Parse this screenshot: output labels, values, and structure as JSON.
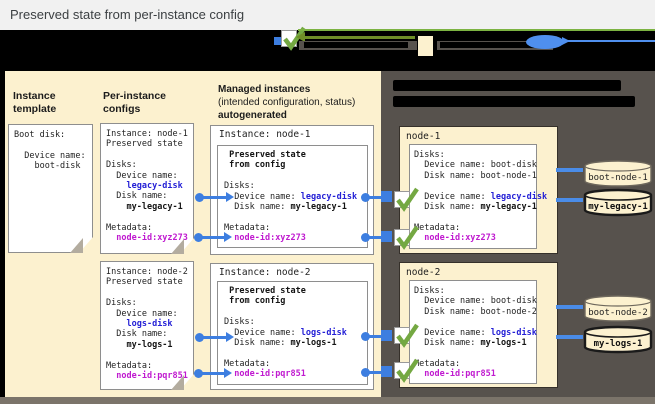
{
  "title_bar": {
    "title": "Preserved state from per-instance config"
  },
  "colors": {
    "cream_panel": "#fcf1cf",
    "dark_panel": "#57524d",
    "blue_code_text": "#2420d6",
    "magenta_code_text": "#c01ad0",
    "connector_blue": "#3d7ee0",
    "check_green": "#74a842"
  },
  "legend": {
    "labels_illegible": true,
    "items": [
      {
        "icon": "checkbox-checkmark"
      },
      {
        "icon": "cream-swatch"
      },
      {
        "icon": "blue-oval-arrow"
      }
    ]
  },
  "columns": {
    "template": {
      "title": "Instance template"
    },
    "configs": {
      "title": "Per-instance configs"
    },
    "managed": {
      "title_bold": "Managed instances",
      "title_sub": "(intended configuration, status)",
      "title_bold2": "autogenerated"
    }
  },
  "instance_template_doc": {
    "lines": [
      {
        "pre": "Boot disk:"
      },
      {
        "pre": ""
      },
      {
        "pre": "  Device name:"
      },
      {
        "pre": "    boot-disk"
      }
    ]
  },
  "per_instance_configs": [
    {
      "lines": [
        {
          "pre": "Instance: node-1"
        },
        {
          "pre": "Preserved state"
        },
        {
          "pre": ""
        },
        {
          "pre": "Disks:"
        },
        {
          "pre": "  Device name:"
        },
        {
          "pre": "    ",
          "hl": "legacy-disk",
          "s": "b"
        },
        {
          "pre": "  Disk name:"
        },
        {
          "pre": "    ",
          "hl": "my-legacy-1",
          "s": "k"
        },
        {
          "pre": ""
        },
        {
          "pre": "Metadata:"
        },
        {
          "pre": "  ",
          "hl": "node-id:xyz273",
          "s": "m"
        }
      ]
    },
    {
      "lines": [
        {
          "pre": "Instance: node-2"
        },
        {
          "pre": "Preserved state"
        },
        {
          "pre": ""
        },
        {
          "pre": "Disks:"
        },
        {
          "pre": "  Device name:"
        },
        {
          "pre": "    ",
          "hl": "logs-disk",
          "s": "b"
        },
        {
          "pre": "  Disk name:"
        },
        {
          "pre": "    ",
          "hl": "my-logs-1",
          "s": "k"
        },
        {
          "pre": ""
        },
        {
          "pre": "Metadata:"
        },
        {
          "pre": "  ",
          "hl": "node-id:pqr851",
          "s": "m"
        }
      ]
    }
  ],
  "managed_instances": [
    {
      "title": "Instance: node-1",
      "inner_lines": [
        {
          "pre": "",
          "hl": "Preserved state",
          "s": "k"
        },
        {
          "pre": "",
          "hl": "from config",
          "s": "k"
        },
        {
          "pre": ""
        },
        {
          "pre": "Disks:"
        },
        {
          "pre": "  Device name: ",
          "hl": "legacy-disk",
          "s": "b"
        },
        {
          "pre": "  Disk name: ",
          "hl": "my-legacy-1",
          "s": "k"
        },
        {
          "pre": ""
        },
        {
          "pre": "Metadata:"
        },
        {
          "pre": "  ",
          "hl": "node-id:xyz273",
          "s": "m"
        }
      ]
    },
    {
      "title": "Instance: node-2",
      "inner_lines": [
        {
          "pre": "",
          "hl": "Preserved state",
          "s": "k"
        },
        {
          "pre": "",
          "hl": "from config",
          "s": "k"
        },
        {
          "pre": ""
        },
        {
          "pre": "Disks:"
        },
        {
          "pre": "  Device name: ",
          "hl": "logs-disk",
          "s": "b"
        },
        {
          "pre": "  Disk name: ",
          "hl": "my-logs-1",
          "s": "k"
        },
        {
          "pre": ""
        },
        {
          "pre": "Metadata:"
        },
        {
          "pre": "  ",
          "hl": "node-id:pqr851",
          "s": "m"
        }
      ]
    }
  ],
  "vm_panel": {
    "heading_illegible": true,
    "nodes": [
      {
        "name": "node-1",
        "lines": [
          {
            "pre": "Disks:"
          },
          {
            "pre": "  Device name: boot-disk"
          },
          {
            "pre": "  Disk name: boot-node-1"
          },
          {
            "pre": ""
          },
          {
            "pre": "  Device name: ",
            "hl": "legacy-disk",
            "s": "b"
          },
          {
            "pre": "  Disk name: ",
            "hl": "my-legacy-1",
            "s": "k"
          },
          {
            "pre": ""
          },
          {
            "pre": "Metadata:"
          },
          {
            "pre": "  ",
            "hl": "node-id:xyz273",
            "s": "m"
          }
        ],
        "disks": [
          {
            "label": "boot-node-1",
            "emph": false
          },
          {
            "label": "my-legacy-1",
            "emph": true
          }
        ]
      },
      {
        "name": "node-2",
        "lines": [
          {
            "pre": "Disks:"
          },
          {
            "pre": "  Device name: boot-disk"
          },
          {
            "pre": "  Disk name: boot-node-2"
          },
          {
            "pre": ""
          },
          {
            "pre": "  Device name: ",
            "hl": "logs-disk",
            "s": "b"
          },
          {
            "pre": "  Disk name: ",
            "hl": "my-logs-1",
            "s": "k"
          },
          {
            "pre": ""
          },
          {
            "pre": "Metadata:"
          },
          {
            "pre": "  ",
            "hl": "node-id:pqr851",
            "s": "m"
          }
        ],
        "disks": [
          {
            "label": "boot-node-2",
            "emph": false
          },
          {
            "label": "my-logs-1",
            "emph": true
          }
        ]
      }
    ]
  }
}
